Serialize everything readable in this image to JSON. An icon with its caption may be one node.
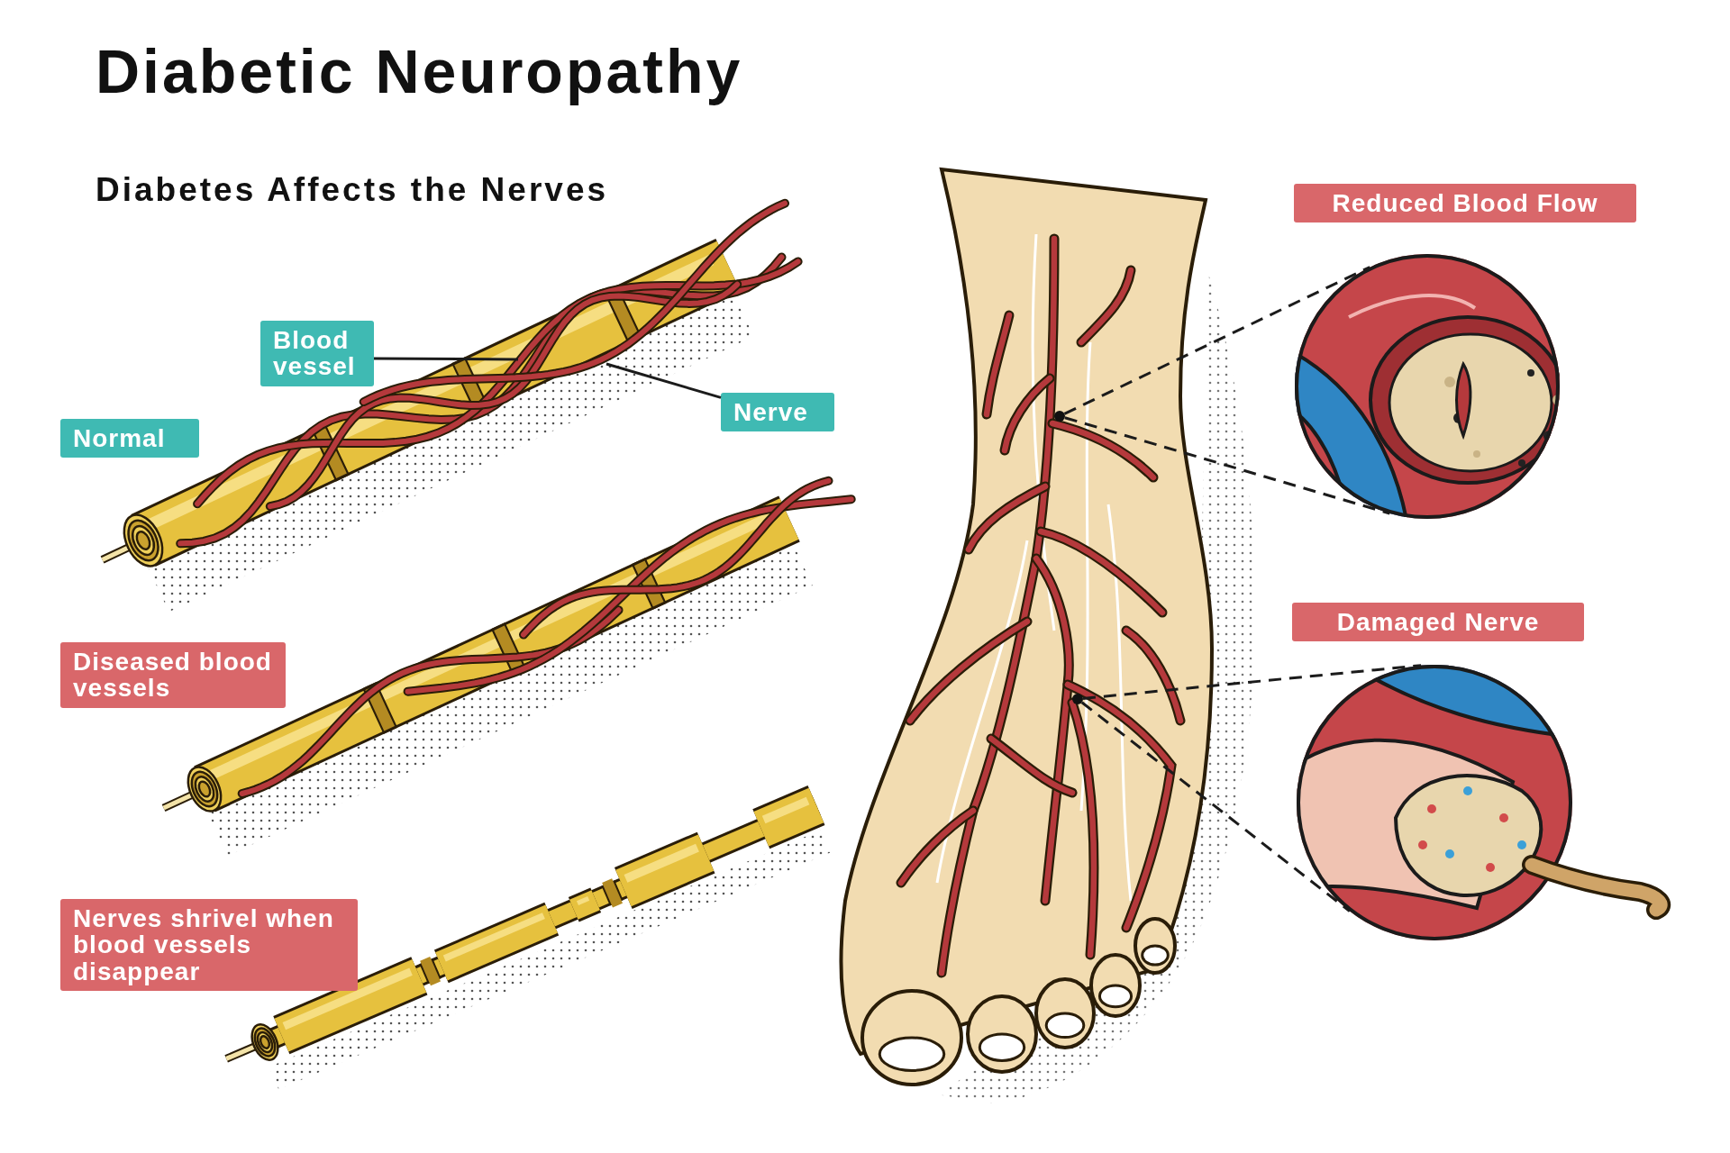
{
  "diagram": {
    "title": "Diabetic Neuropathy",
    "nodes": [
      {
        "text": [
          "Normal"
        ]
      },
      {
        "text": [
          "Blood vessel"
        ]
      },
      {
        "text": [
          "Nerve"
        ]
      },
      {
        "text": [
          "Diseased blood vessels"
        ]
      },
      {
        "text": [
          "Nerves shrivel when blood vessels disappear"
        ]
      },
      {
        "text": [
          "Reduced Blood Flow"
        ]
      },
      {
        "text": [
          "Damaged Nerve"
        ]
      },
      {
        "text": [],
        "shape": "picture"
      },
      {
        "text": [],
        "shape": "circle",
        "in": 7
      },
      {
        "text": [],
        "shape": "circle",
        "in": 7
      },
      {
        "text": [],
        "shape": "picture"
      },
      {
        "text": [],
        "shape": "picture"
      }
    ],
    "edges": [
      {
        "from": 1,
        "to": null,
        "arrow": "none"
      },
      {
        "from": 2,
        "to": null,
        "arrow": "none"
      },
      {
        "from": 8,
        "to": 10,
        "arrow": "none",
        "style": "dashed"
      },
      {
        "from": 8,
        "to": 10,
        "arrow": "none",
        "style": "dashed"
      },
      {
        "from": 9,
        "to": 11,
        "arrow": "none",
        "style": "dashed"
      },
      {
        "from": 9,
        "to": 11,
        "arrow": "none",
        "style": "dashed"
      }
    ],
    "labels": [
      "Diabetes Affects the Nerves"
    ]
  }
}
